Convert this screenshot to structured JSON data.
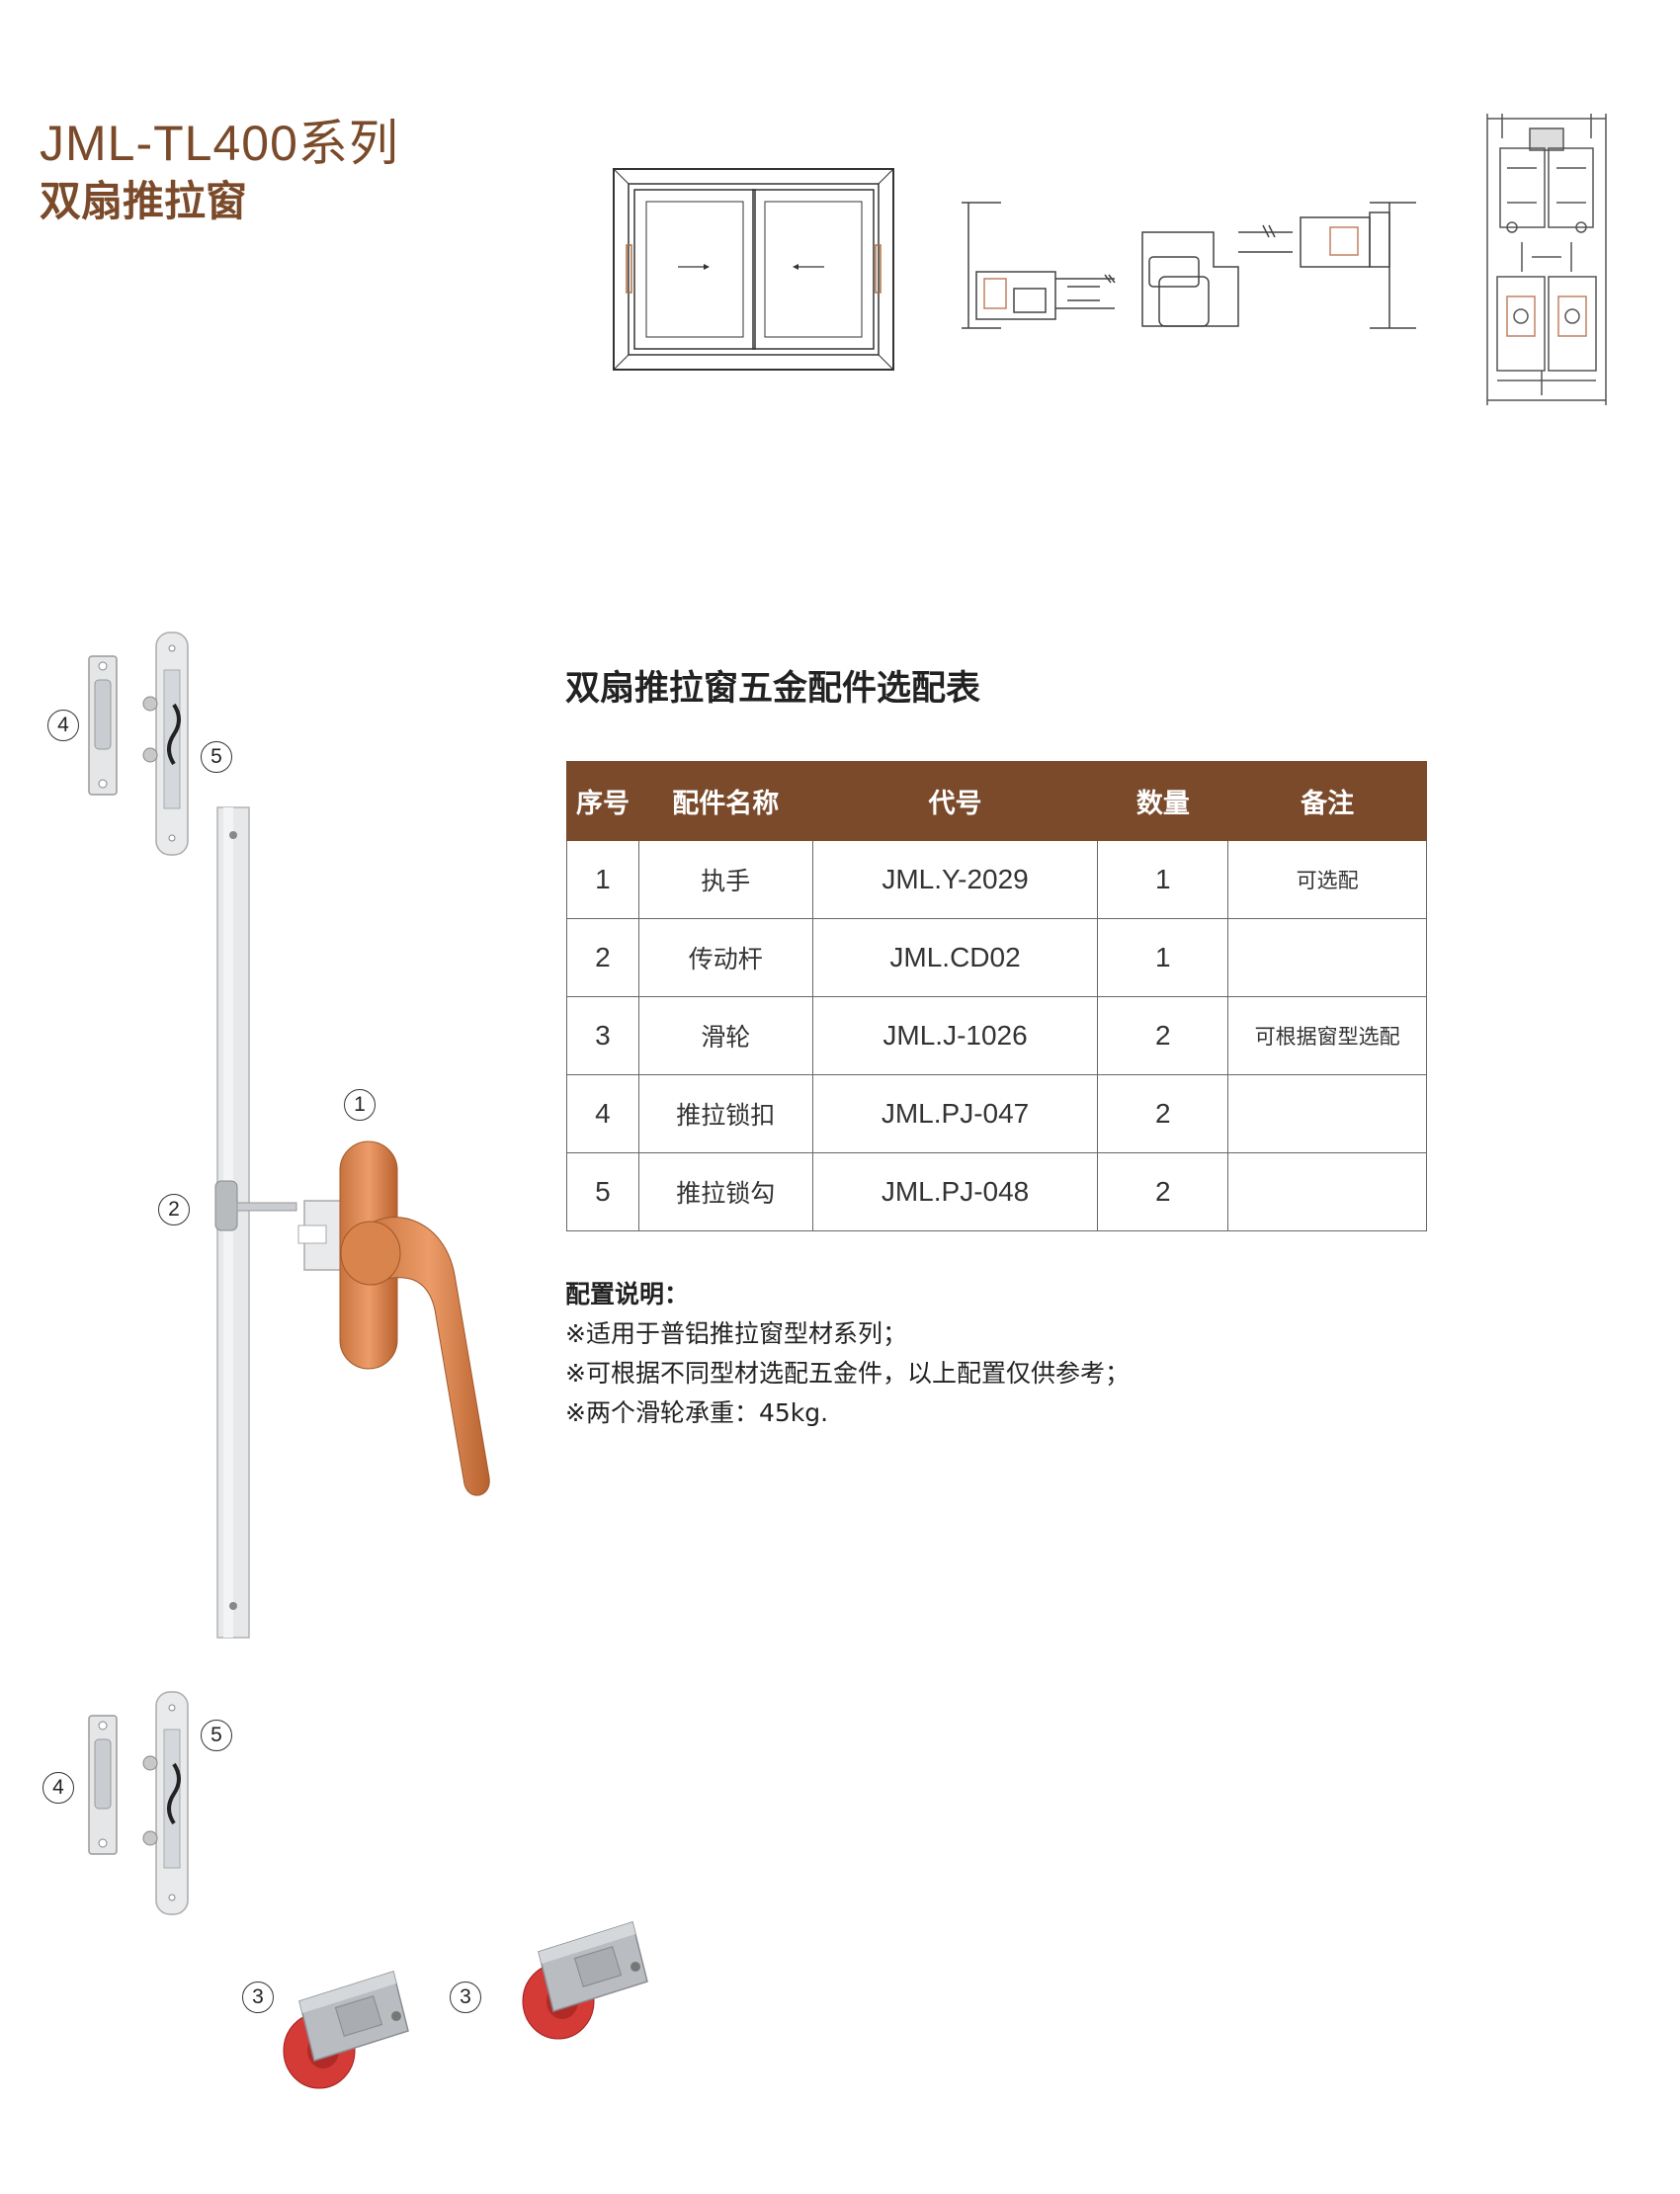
{
  "header": {
    "series": "JML-TL400系列",
    "product": "双扇推拉窗"
  },
  "table": {
    "heading": "双扇推拉窗五金配件选配表",
    "columns": [
      "序号",
      "配件名称",
      "代号",
      "数量",
      "备注"
    ],
    "rows": [
      {
        "no": "1",
        "name": "执手",
        "code": "JML.Y-2029",
        "qty": "1",
        "note": "可选配"
      },
      {
        "no": "2",
        "name": "传动杆",
        "code": "JML.CD02",
        "qty": "1",
        "note": ""
      },
      {
        "no": "3",
        "name": "滑轮",
        "code": "JML.J-1026",
        "qty": "2",
        "note": "可根据窗型选配"
      },
      {
        "no": "4",
        "name": "推拉锁扣",
        "code": "JML.PJ-047",
        "qty": "2",
        "note": ""
      },
      {
        "no": "5",
        "name": "推拉锁勾",
        "code": "JML.PJ-048",
        "qty": "2",
        "note": ""
      }
    ]
  },
  "notes": {
    "heading": "配置说明：",
    "items": [
      "※适用于普铝推拉窗型材系列；",
      "※可根据不同型材选配五金件，以上配置仅供参考；",
      "※两个滑轮承重：45kg."
    ]
  },
  "callouts": {
    "handle": "1",
    "rod": "2",
    "roller": "3",
    "keeper": "4",
    "hook": "5"
  },
  "colors": {
    "brand_brown": "#7a4a2a",
    "table_header": "#7a4a2b",
    "handle_copper": "#d98855",
    "roller_red": "#d43a36"
  }
}
